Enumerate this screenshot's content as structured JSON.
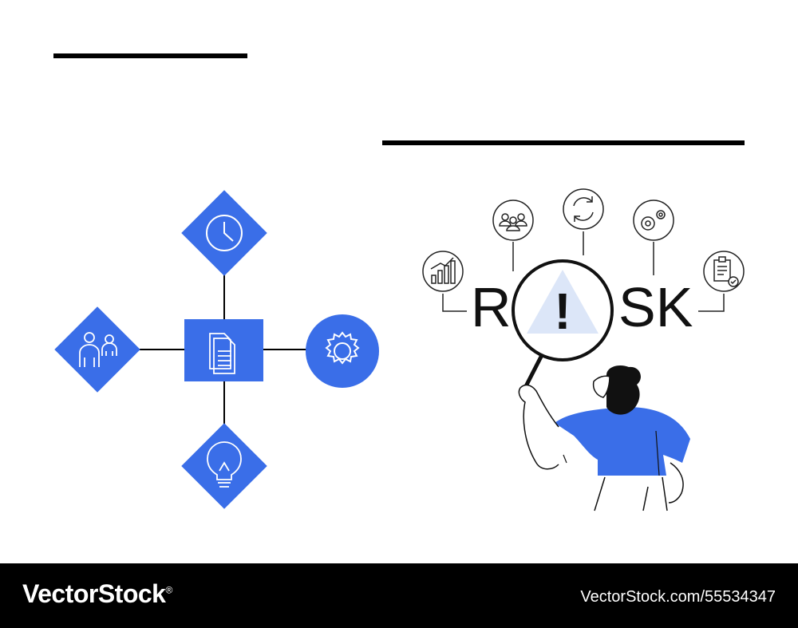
{
  "illustration": {
    "word_left": "R",
    "word_right": "SK",
    "warning_mark": "!",
    "colors": {
      "accent": "#3a6ee8",
      "ink": "#111111",
      "light_blue": "#dce6f8"
    },
    "diagram_icons": [
      "clock-icon",
      "people-icon",
      "document-icon",
      "gear-icon",
      "lightbulb-icon"
    ],
    "risk_icons": [
      "growth-chart-icon",
      "team-icon",
      "refresh-icon",
      "gears-icon",
      "clipboard-check-icon"
    ]
  },
  "footer": {
    "brand": "VectorStock",
    "superscript": "®",
    "credit": "VectorStock.com/55534347"
  }
}
